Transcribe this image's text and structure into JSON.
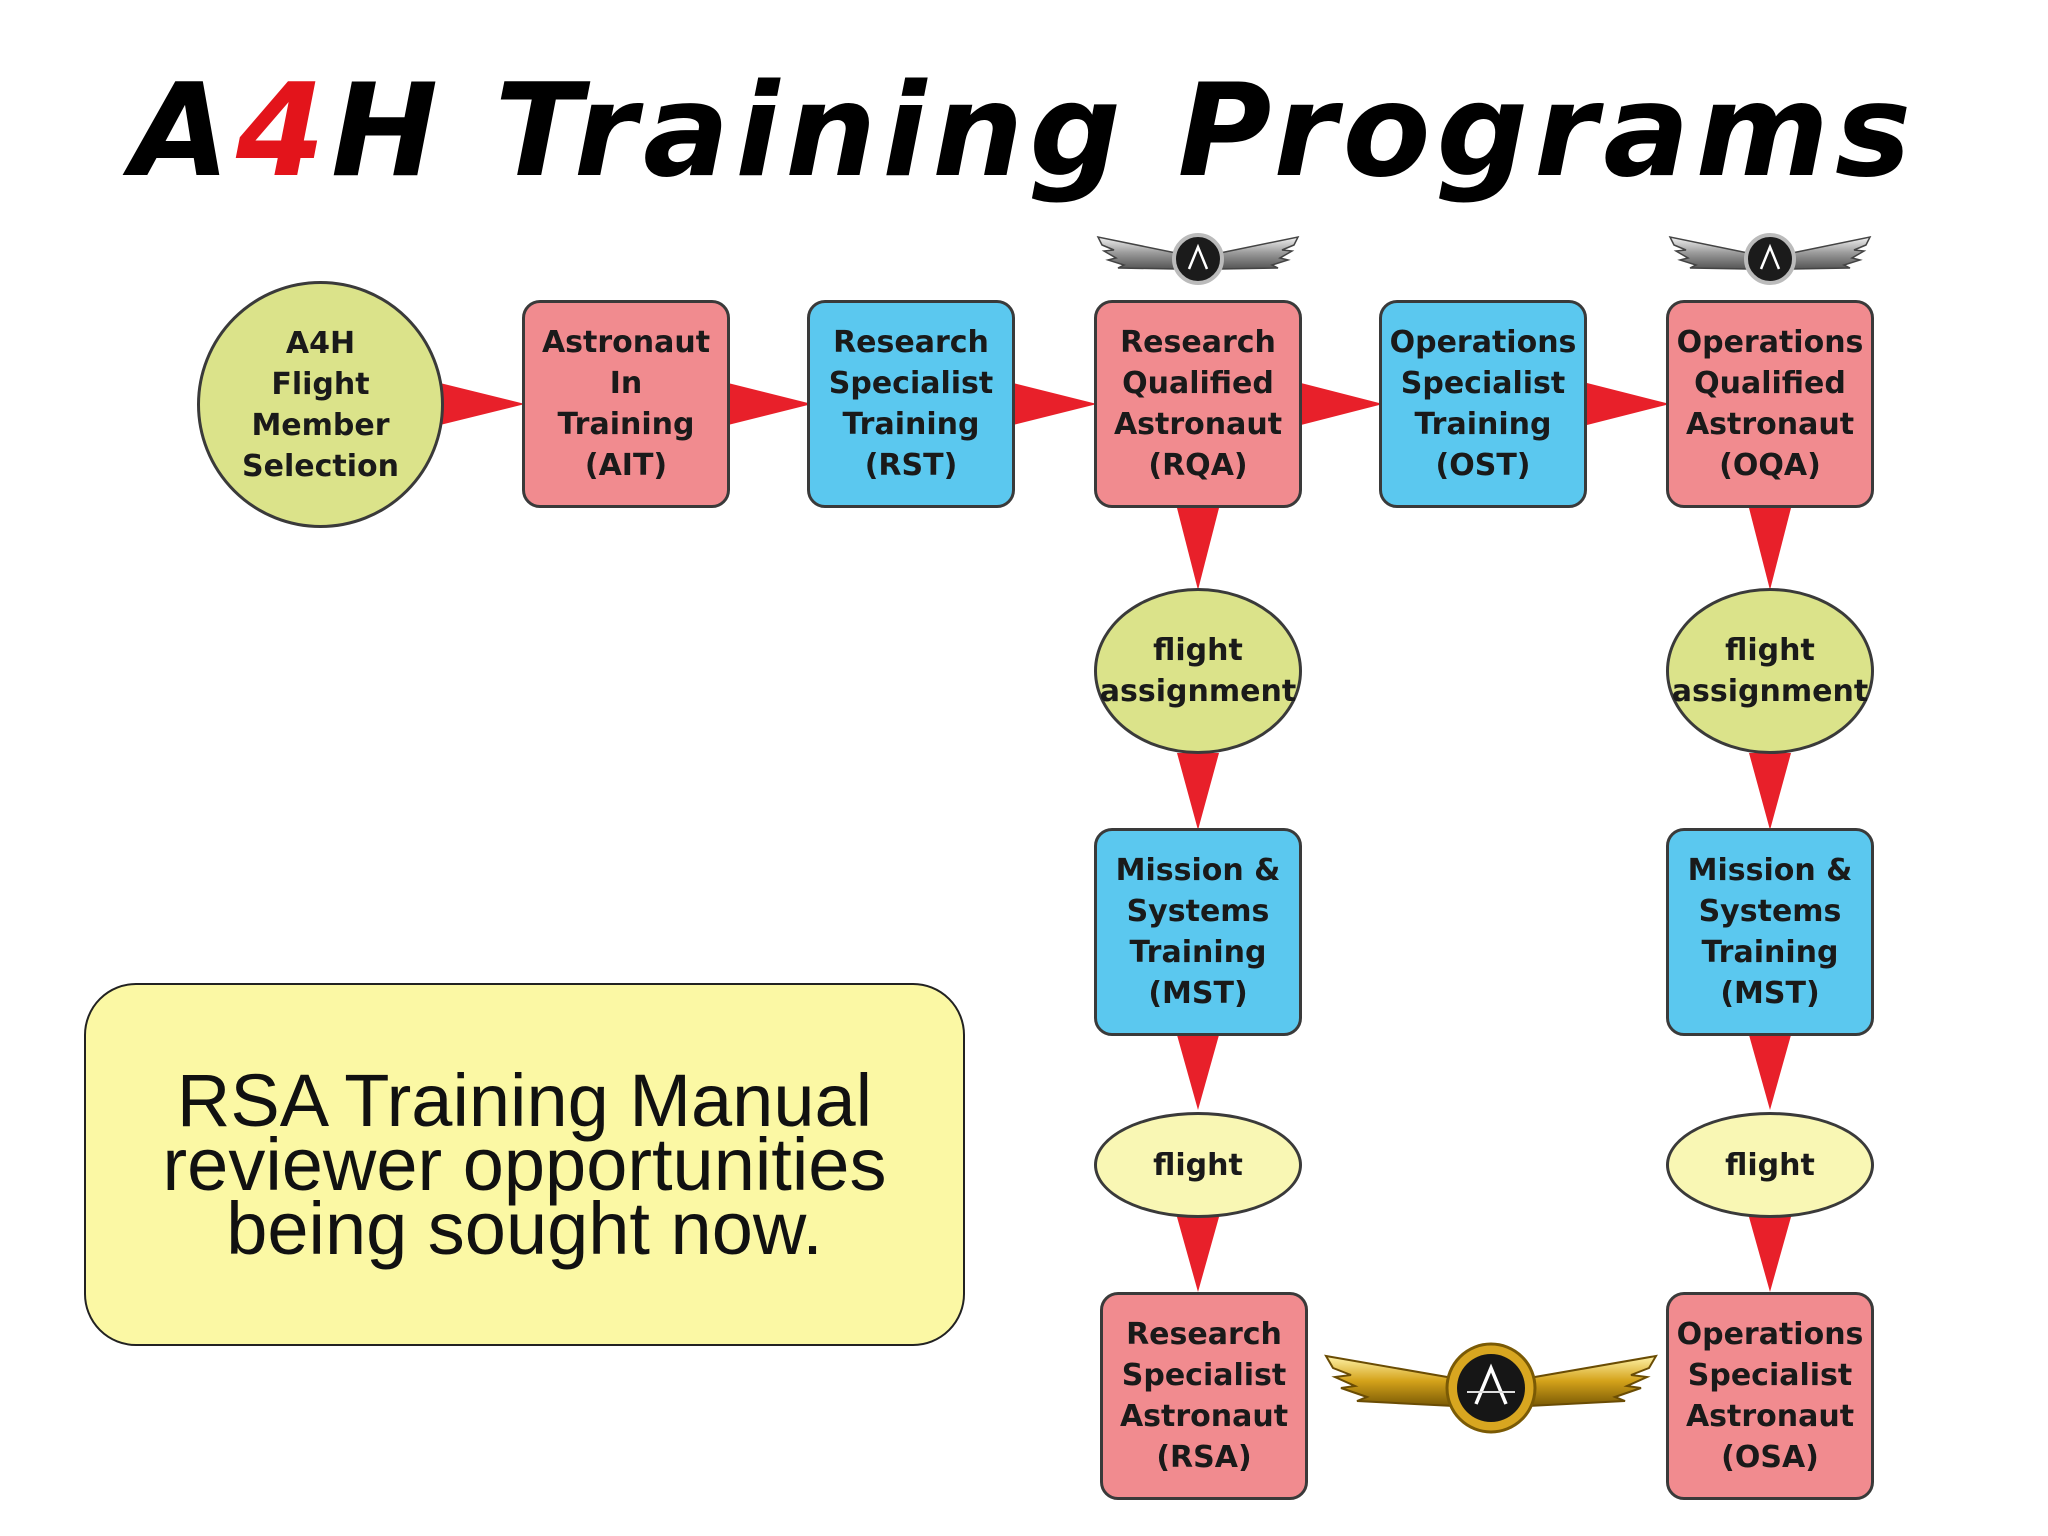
{
  "title": {
    "part1": "A",
    "accent": "4",
    "part2": "H Training Programs"
  },
  "nodes": {
    "selection": "A4H\nFlight\nMember\nSelection",
    "ait": "Astronaut\nIn\nTraining\n(AIT)",
    "rst": "Research\nSpecialist\nTraining\n(RST)",
    "rqa": "Research\nQualified\nAstronaut\n(RQA)",
    "ost": "Operations\nSpecialist\nTraining\n(OST)",
    "oqa": "Operations\nQualified\nAstronaut\n(OQA)",
    "flight_assignment_left": "flight\nassignment",
    "flight_assignment_right": "flight\nassignment",
    "mst_left": "Mission &\nSystems\nTraining\n(MST)",
    "mst_right": "Mission &\nSystems\nTraining\n(MST)",
    "flight_left": "flight",
    "flight_right": "flight",
    "rsa": "Research\nSpecialist\nAstronaut\n(RSA)",
    "osa": "Operations\nSpecialist\nAstronaut\n(OSA)"
  },
  "note": "RSA Training Manual\nreviewer opportunities\nbeing sought now.",
  "colors": {
    "pink": "#f18b8f",
    "blue": "#5bc8ef",
    "green": "#dbe38a",
    "cream": "#f9f7b4",
    "arrow": "#e8202a",
    "title_accent": "#e3141b",
    "note_bg": "#fbf8a4"
  },
  "icons": [
    "silver-wings-badge-icon",
    "silver-wings-badge-icon",
    "gold-wings-badge-icon"
  ]
}
